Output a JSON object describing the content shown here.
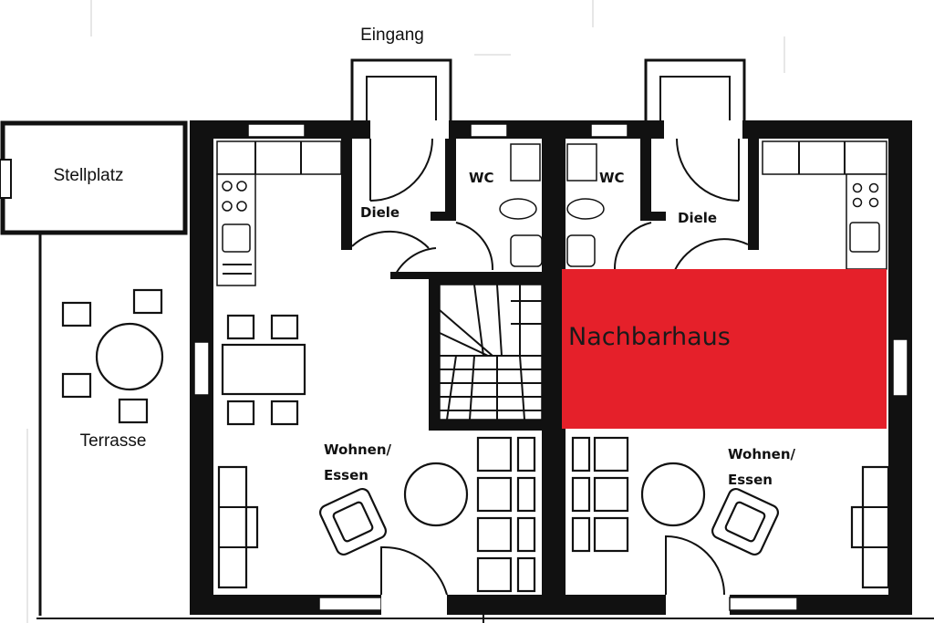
{
  "labels": {
    "entrance": "Eingang",
    "parking": "Stellplatz",
    "terrace": "Terrasse",
    "neighbor_house": "Nachbarhaus",
    "hall_left": "Diele",
    "hall_right": "Diele",
    "wc_left": "WC",
    "wc_right": "WC",
    "living_left_line1": "Wohnen/",
    "living_left_line2": "Essen",
    "living_right_line1": "Wohnen/",
    "living_right_line2": "Essen"
  },
  "colors": {
    "neighbor_fill": "#e5202a",
    "wall": "#111111",
    "background": "#ffffff"
  }
}
